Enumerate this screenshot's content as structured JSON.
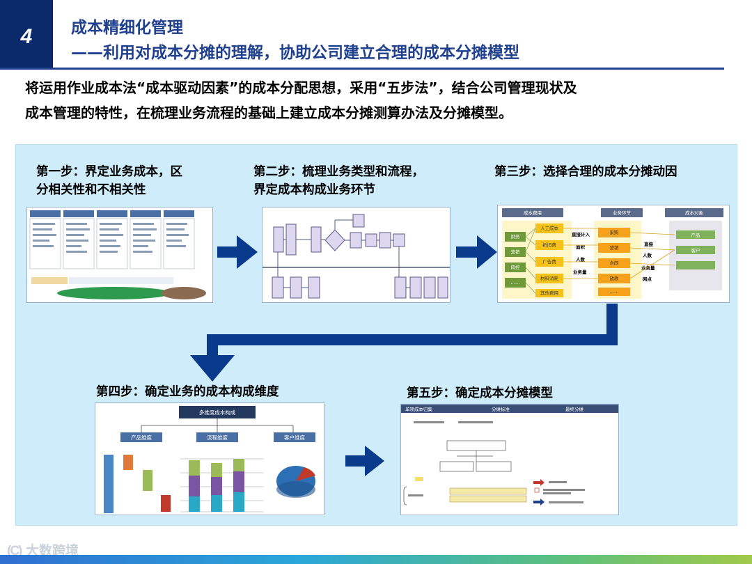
{
  "header": {
    "number": "4",
    "title_line1": "成本精细化管理",
    "title_line2": "——利用对成本分摊的理解，协助公司建立合理的成本分摊模型"
  },
  "intro": {
    "line1": "将运用作业成本法“成本驱动因素”的成本分配思想，采用“五步法”，结合公司管理现状及",
    "line2": "成本管理的特性，在梳理业务流程的基础上建立成本分摊测算办法及分摊模型。"
  },
  "steps": [
    {
      "line1": "第一步：界定业务成本，区",
      "line2": "分相关性和不相关性"
    },
    {
      "line1": "第二步：梳理业务类型和流程，",
      "line2": "界定成本构成业务环节"
    },
    {
      "line1": "第三步：选择合理的成本分摊动因",
      "line2": ""
    },
    {
      "line1": "第四步：确定业务的成本构成维度",
      "line2": ""
    },
    {
      "line1": "第五步：确定成本分摊模型",
      "line2": ""
    }
  ],
  "step3_diagram": {
    "col_headers": [
      "成本费用",
      "业务环节",
      "成本对象"
    ],
    "left_boxes": [
      "财务",
      "营销",
      "风控",
      "……"
    ],
    "cost_items": [
      "人工成本",
      "折旧费",
      "广告费",
      "材料消耗",
      "其他费用"
    ],
    "drivers_left": [
      "直接计入",
      "面积",
      "人数",
      "业务量"
    ],
    "process_items": [
      "采购",
      "营销",
      "合同",
      "放款",
      "……"
    ],
    "drivers_right": [
      "直接",
      "人数",
      "业务量",
      "网点"
    ],
    "object_items": [
      "产品",
      "客户",
      ""
    ]
  },
  "step4_diagram": {
    "title": "多维度成本构成",
    "dimensions": [
      "产品维度",
      "流程维度",
      "客户维度"
    ]
  },
  "step5_diagram": {
    "headers": [
      "单项成本归集",
      "分摊标准",
      "最终分摊"
    ]
  },
  "watermark": "大数跨境",
  "colors": {
    "primary": "#1f3f8f",
    "arrow": "#0a3a8c",
    "panel": "#cfecfb",
    "number_box": "#0b2a6b"
  }
}
